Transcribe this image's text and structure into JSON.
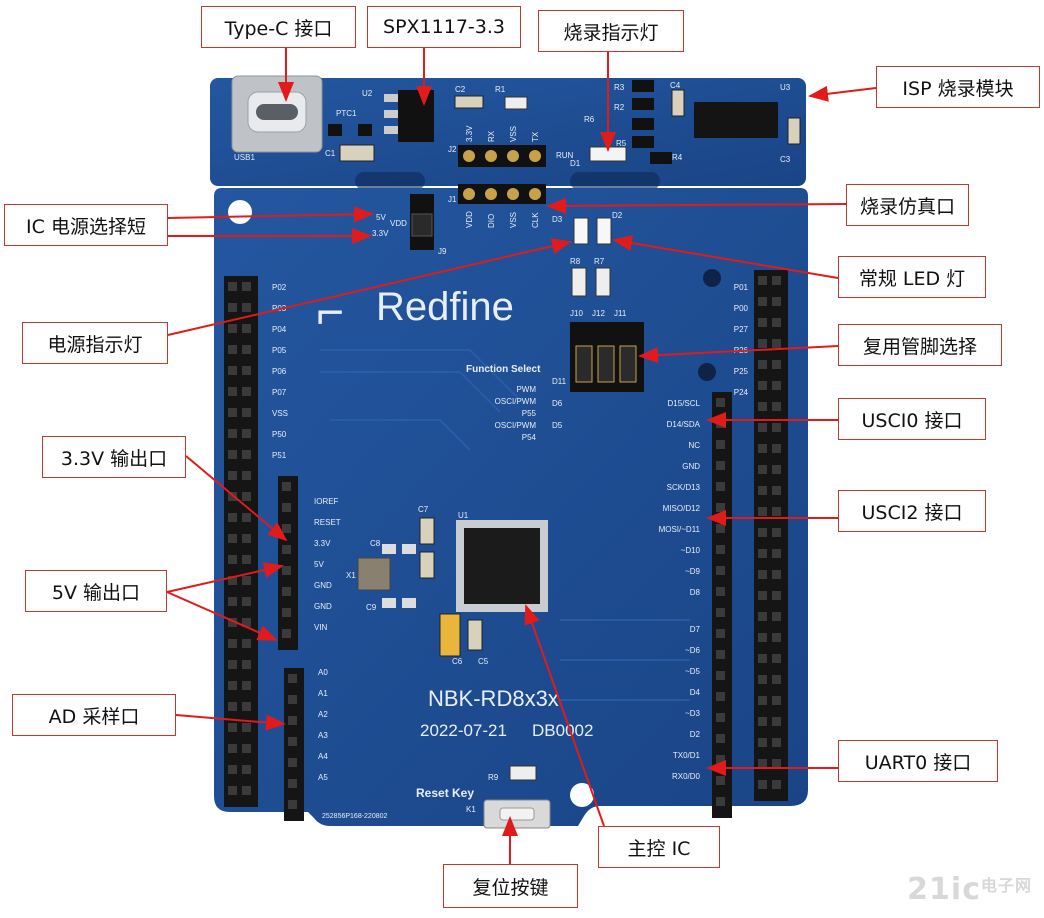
{
  "board": {
    "brand": "Redfine",
    "model": "NBK-RD8x3x",
    "date": "2022-07-21",
    "code": "DB0002",
    "function_select": "Function Select",
    "reset_key": "Reset Key",
    "serial": "252856P168-220802",
    "programmer_pins_top": [
      "3.3V",
      "RX",
      "VSS",
      "TX"
    ],
    "programmer_pins_bottom": [
      "VDD",
      "DIO",
      "VSS",
      "CLK"
    ],
    "arduino_left": [
      "IOREF",
      "RESET",
      "3.3V",
      "5V",
      "GND",
      "GND",
      "VIN"
    ],
    "analog": [
      "A0",
      "A1",
      "A2",
      "A3",
      "A4",
      "A5"
    ],
    "right_labels_top": [
      "D15/SCL",
      "D14/SDA",
      "NC",
      "GND",
      "SCK/D13",
      "MISO/D12",
      "MOSI/~D11",
      "~D10",
      "~D9",
      "D8"
    ],
    "right_labels_bottom": [
      "D7",
      "~D6",
      "~D5",
      "D4",
      "~D3",
      "D2",
      "TX0/D1",
      "RX0/D0"
    ],
    "left_header_labels": [
      "P02",
      "P03",
      "P04",
      "P05",
      "P06",
      "P07",
      "VSS",
      "P50",
      "P51"
    ],
    "right_header_labels": [
      "P01",
      "P00",
      "P27",
      "P26",
      "P25",
      "P24"
    ],
    "mux_labels": [
      "PWM",
      "OSCI/PWM",
      "P55",
      "OSCI/PWM",
      "P54"
    ],
    "mux_right": [
      "D11",
      "D6",
      "D5"
    ],
    "jumper_labels": [
      "J10",
      "J12",
      "J11"
    ],
    "components": [
      "U2",
      "C2",
      "R1",
      "PTC1",
      "C1",
      "USB1",
      "J2",
      "RUN",
      "D1",
      "R6",
      "R3",
      "R2",
      "R5",
      "R4",
      "C4",
      "U3",
      "C3",
      "J1",
      "D3",
      "D2",
      "R8",
      "R7",
      "J9",
      "5V",
      "VDD",
      "3.3V",
      "U1",
      "C7",
      "C8",
      "C9",
      "X1",
      "C5",
      "C6",
      "R9",
      "K1"
    ]
  },
  "callouts": {
    "typec": "Type-C 接口",
    "spx": "SPX1117-3.3",
    "burn_led": "烧录指示灯",
    "isp": "ISP 烧录模块",
    "ic_power": "IC 电源选择短",
    "burn_emu": "烧录仿真口",
    "led": "常规 LED 灯",
    "power_led": "电源指示灯",
    "mux": "复用管脚选择",
    "usci0": "USCI0 接口",
    "out33": "3.3V 输出口",
    "usci2": "USCI2 接口",
    "out5v": "5V 输出口",
    "ad": "AD 采样口",
    "uart0": "UART0 接口",
    "mcu": "主控 IC",
    "reset": "复位按键"
  },
  "watermark": {
    "main": "21ic",
    "sub": "电子网"
  },
  "colors": {
    "pcb": "#1d4c8f",
    "pcb_dark": "#153a72",
    "silk": "#e8eef7",
    "arrow": "#e01b1b",
    "header": "#1a1a1a"
  }
}
